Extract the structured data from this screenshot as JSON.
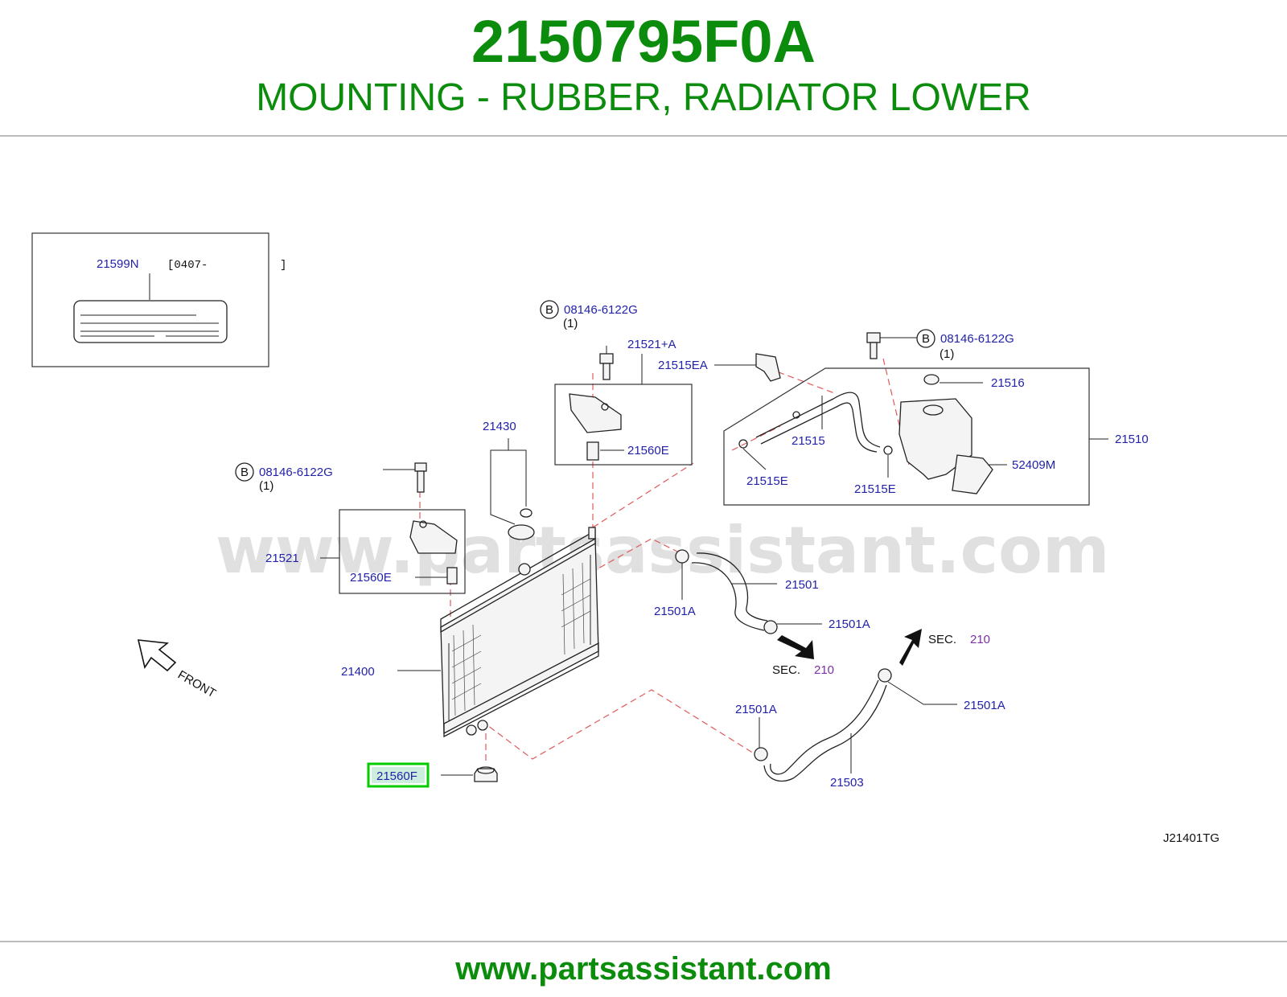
{
  "header": {
    "part_number": "2150795F0A",
    "description": "MOUNTING - RUBBER, RADIATOR LOWER"
  },
  "footer": {
    "url": "www.partsassistant.com"
  },
  "watermark": "www.partsassistant.com",
  "colors": {
    "brand_green": "#0c8c0c",
    "label_blue": "#2222aa",
    "highlight": "#00cc00",
    "dash_red": "#e05a5a",
    "sec_purple": "#7b2fa8"
  },
  "diagram": {
    "drawing_code": "J21401TG",
    "label_box": {
      "part": "21599N",
      "range": "[0407-",
      "range_close": "]"
    },
    "parts": {
      "p21400": "21400",
      "p21430": "21430",
      "p21521": "21521",
      "p21521a": "21521+A",
      "p21560e_left": "21560E",
      "p21560e_top": "21560E",
      "p21560f": "21560F",
      "p21510": "21510",
      "p21515": "21515",
      "p21515ea": "21515EA",
      "p21515e_left": "21515E",
      "p21515e_right": "21515E",
      "p21516": "21516",
      "p52409m": "52409M",
      "p21501": "21501",
      "p21501a_1": "21501A",
      "p21501a_2": "21501A",
      "p21501a_3": "21501A",
      "p21501a_4": "21501A",
      "p21503": "21503"
    },
    "bolts": [
      {
        "symbol": "B",
        "part": "08146-6122G",
        "qty": "(1)"
      },
      {
        "symbol": "B",
        "part": "08146-6122G",
        "qty": "(1)"
      },
      {
        "symbol": "B",
        "part": "08146-6122G",
        "qty": "(1)"
      }
    ],
    "sections": [
      {
        "prefix": "SEC.",
        "number": "210"
      },
      {
        "prefix": "SEC.",
        "number": "210"
      }
    ],
    "front_label": "FRONT",
    "highlighted_part": "21560F"
  }
}
